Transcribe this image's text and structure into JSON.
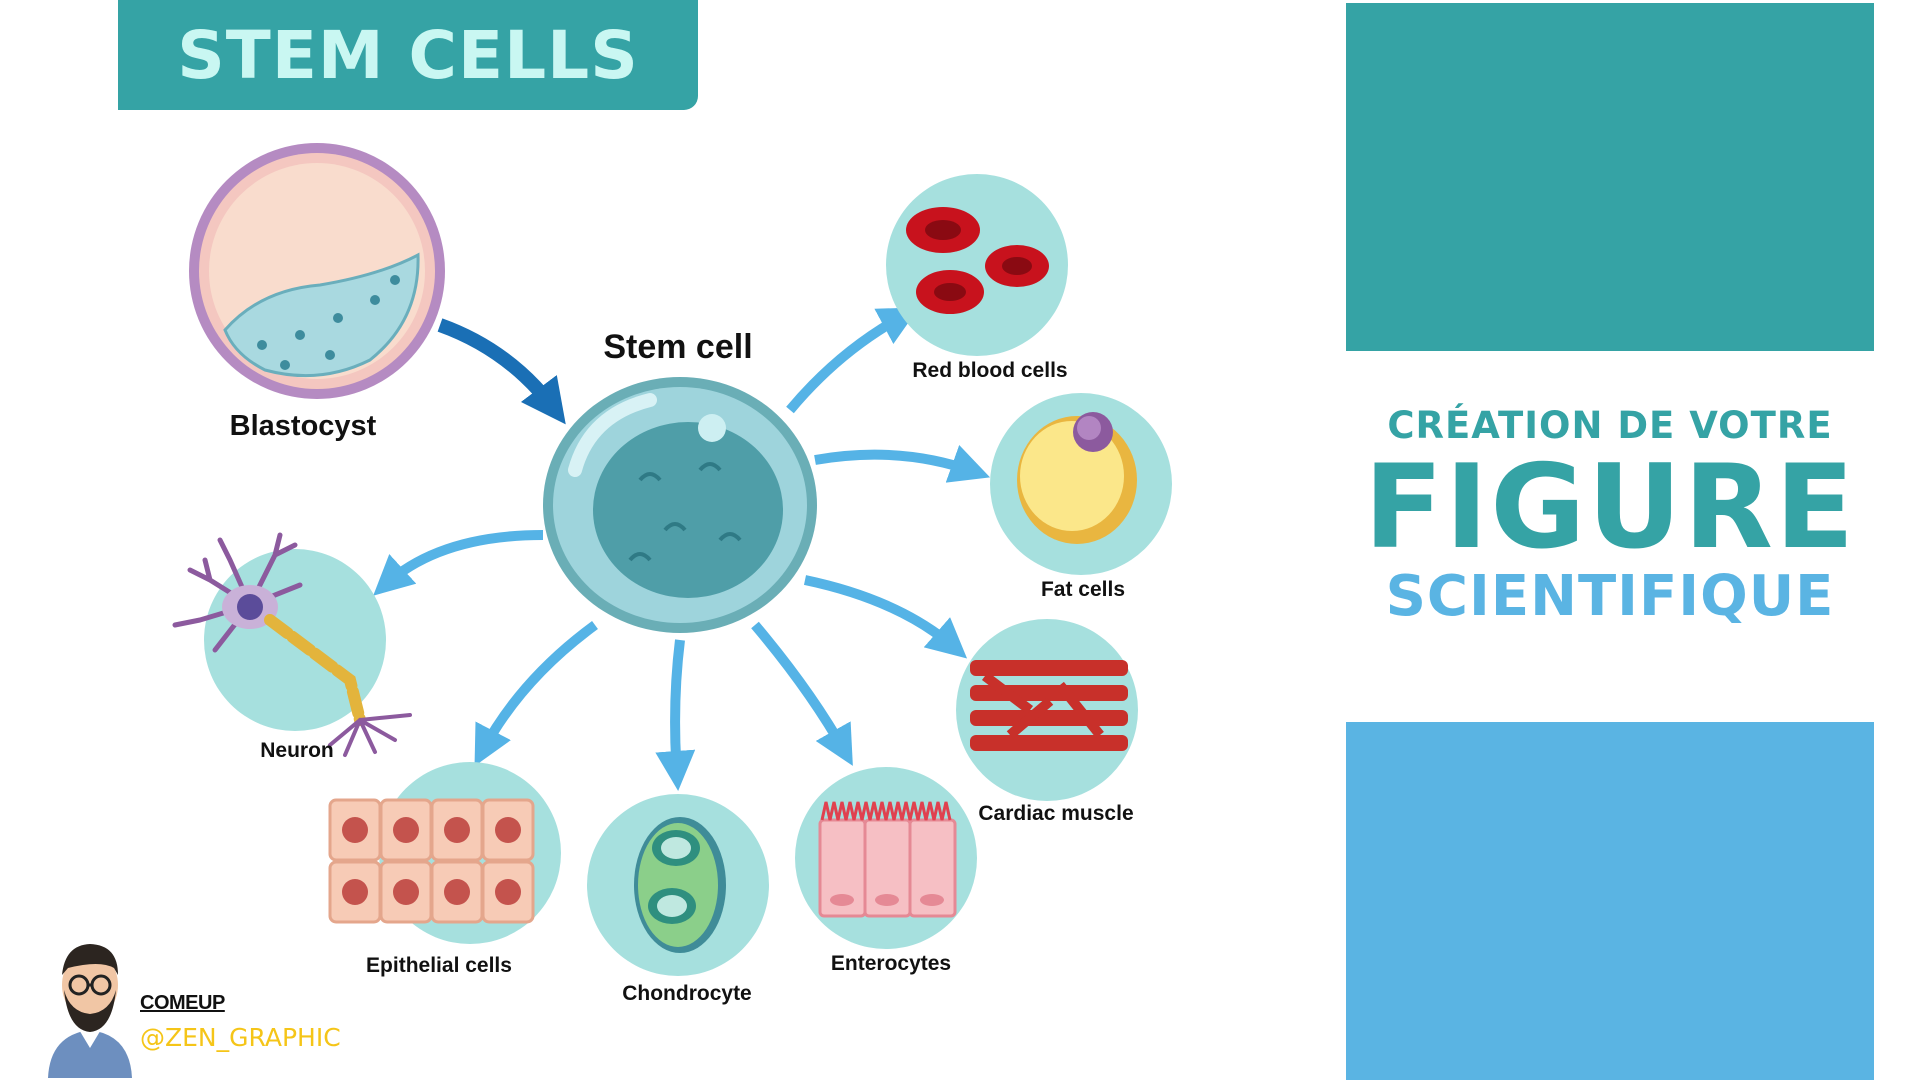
{
  "title": "STEM CELLS",
  "diagram": {
    "center": "Stem cell",
    "source": "Blastocyst",
    "cells": [
      "Red blood cells",
      "Fat cells",
      "Cardiac muscle",
      "Enterocytes",
      "Chondrocyte",
      "Epithelial cells",
      "Neuron"
    ]
  },
  "promo": {
    "line1": "CRÉATION DE VOTRE",
    "line2": "FIGURE",
    "line3": "SCIENTIFIQUE"
  },
  "brand": {
    "name": "COMEUP",
    "handle": "@ZEN_GRAPHIC"
  },
  "colors": {
    "teal": "#35a3a5",
    "light_blue": "#5ab4e3",
    "circle_bg": "#a6e0de",
    "arrow": "#55b3e6"
  }
}
